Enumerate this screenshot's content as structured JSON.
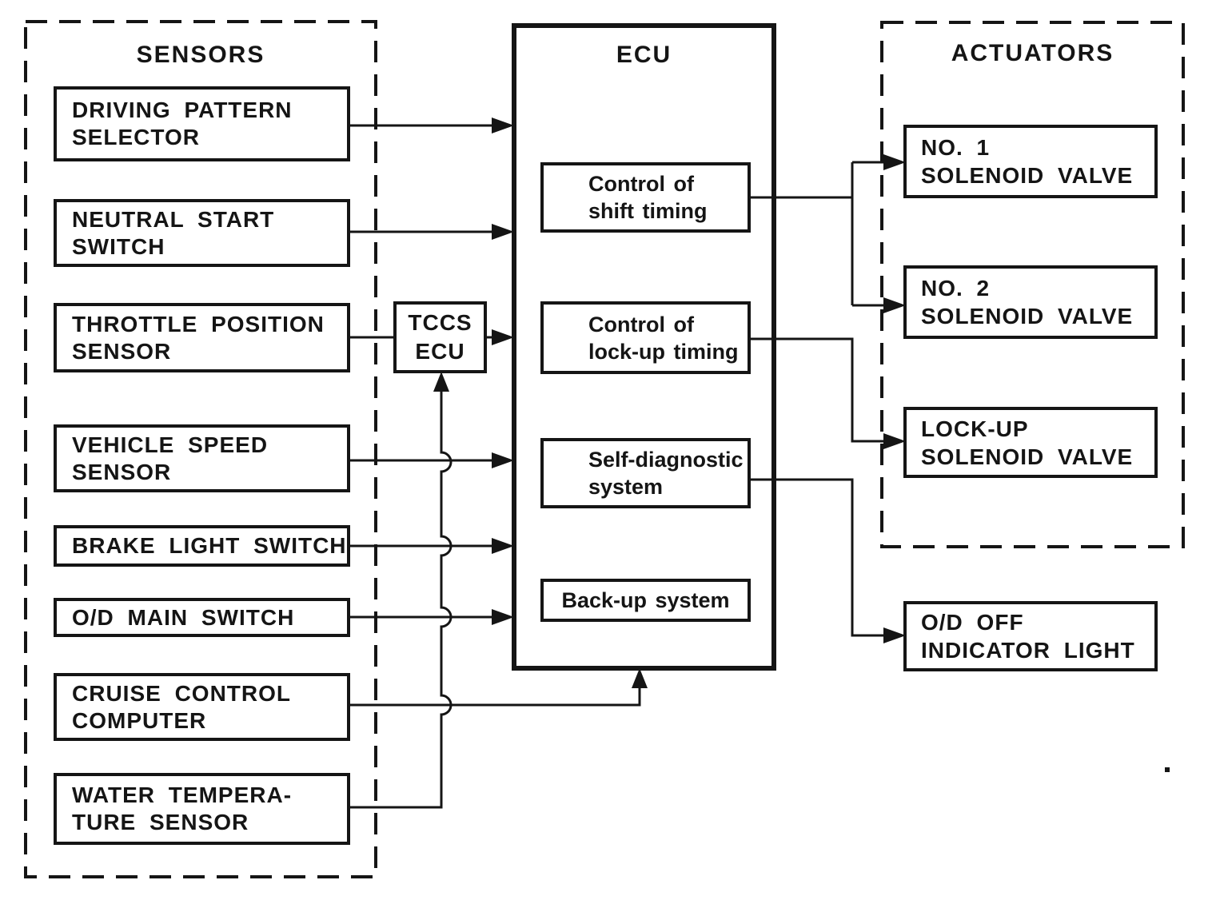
{
  "colors": {
    "ink": "#151515",
    "paper": "#ffffff"
  },
  "groups": {
    "sensors": {
      "title": "SENSORS",
      "items": [
        {
          "label": "DRIVING PATTERN\nSELECTOR"
        },
        {
          "label": "NEUTRAL START\nSWITCH"
        },
        {
          "label": "THROTTLE POSITION\nSENSOR"
        },
        {
          "label": "VEHICLE SPEED\nSENSOR"
        },
        {
          "label": "BRAKE LIGHT SWITCH"
        },
        {
          "label": "O/D MAIN SWITCH"
        },
        {
          "label": "CRUISE CONTROL\nCOMPUTER"
        },
        {
          "label": "WATER TEMPERA-\nTURE SENSOR"
        }
      ]
    },
    "tccs": {
      "label": "TCCS\nECU"
    },
    "ecu": {
      "title": "ECU",
      "functions": [
        {
          "label": "Control of\nshift timing"
        },
        {
          "label": "Control of\nlock-up timing"
        },
        {
          "label": "Self-diagnostic\nsystem"
        },
        {
          "label": "Back-up system"
        }
      ]
    },
    "actuators": {
      "title": "ACTUATORS",
      "items": [
        {
          "label": "NO. 1\nSOLENOID VALVE"
        },
        {
          "label": "NO. 2\nSOLENOID VALVE"
        },
        {
          "label": "LOCK-UP\nSOLENOID VALVE"
        }
      ]
    },
    "outputs": {
      "od_off": {
        "label": "O/D OFF\nINDICATOR LIGHT"
      }
    }
  }
}
